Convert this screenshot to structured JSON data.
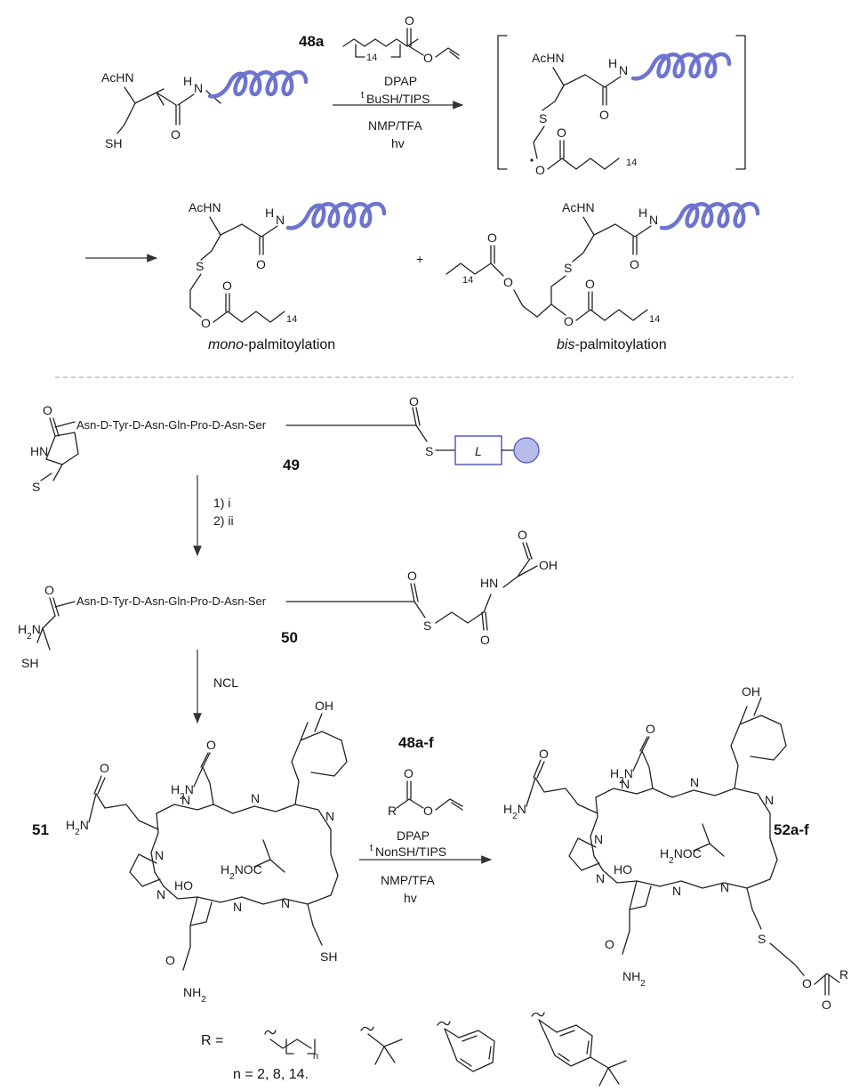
{
  "compound_labels": {
    "c48a": "48a",
    "c49": "49",
    "c50": "50",
    "c51": "51",
    "c48af": "48a-f",
    "c52af": "52a-f"
  },
  "reaction1": {
    "reagent1": "DPAP",
    "reagent2": "BuSH/TIPS",
    "superscript": "t",
    "solvent": "NMP/TFA",
    "light": "hv"
  },
  "reaction2": {
    "step1": "1) i",
    "step2": "2) ii"
  },
  "reaction3": {
    "label": "NCL"
  },
  "reaction4": {
    "reagent1": "DPAP",
    "reagent2": "NonSH/TIPS",
    "superscript": "t",
    "solvent": "NMP/TFA",
    "light": "hv"
  },
  "captions": {
    "mono_italic": "mono",
    "mono_rest": "-palmitoylation",
    "bis_italic": "bis",
    "bis_rest": "-palmitoylation",
    "plus": "+"
  },
  "atoms": {
    "achn": "AcHN",
    "nh": "H",
    "n": "N",
    "o": "O",
    "s": "S",
    "sh": "SH",
    "h2n": "H2N",
    "hn": "HN",
    "oh": "OH",
    "ho": "HO",
    "nh2": "NH2",
    "h2noc": "H2NOC",
    "r": "R",
    "chain14": "14",
    "chain_n": "n"
  },
  "peptide": {
    "sequence": "Asn-D-Tyr-D-Asn-Gln-Pro-D-Asn-Ser",
    "linker": "L"
  },
  "r_groups": {
    "prefix": "R =",
    "n_values": "n = 2, 8, 14."
  },
  "colors": {
    "helix": "#6d74cf",
    "resin": "#b8bcea",
    "resin_stroke": "#5a60c0"
  }
}
